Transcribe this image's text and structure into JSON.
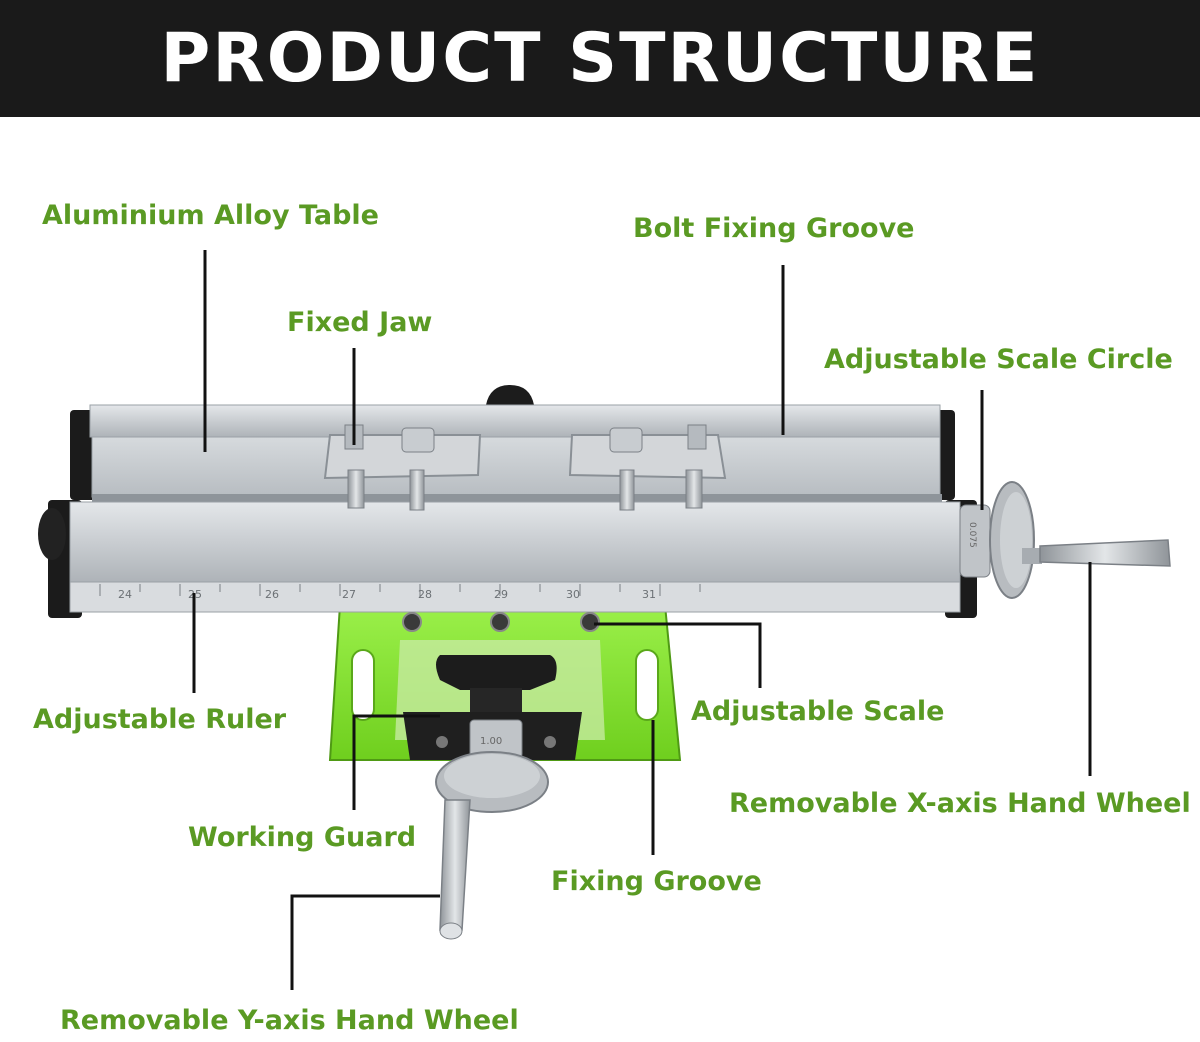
{
  "header": {
    "title": "PRODUCT STRUCTURE"
  },
  "colors": {
    "label": "#5a9a23",
    "accent_green": "#8ee83a",
    "header_bg": "#1a1a1a",
    "line": "#111111"
  },
  "labels": {
    "aluminium_alloy_table": "Aluminium Alloy Table",
    "bolt_fixing_groove": "Bolt Fixing Groove",
    "fixed_jaw": "Fixed Jaw",
    "adjustable_scale_circle": "Adjustable Scale Circle",
    "adjustable_ruler": "Adjustable Ruler",
    "adjustable_scale": "Adjustable Scale",
    "removable_x_axis_hand_wheel": "Removable X-axis Hand Wheel",
    "working_guard": "Working Guard",
    "fixing_groove": "Fixing Groove",
    "removable_y_axis_hand_wheel": "Removable Y-axis Hand Wheel"
  },
  "ruler": {
    "marks": [
      "24",
      "25",
      "26",
      "27",
      "28",
      "29",
      "30",
      "31"
    ]
  },
  "dials": {
    "x_wheel_scale": "0.075",
    "y_wheel_scale": "1.00"
  }
}
